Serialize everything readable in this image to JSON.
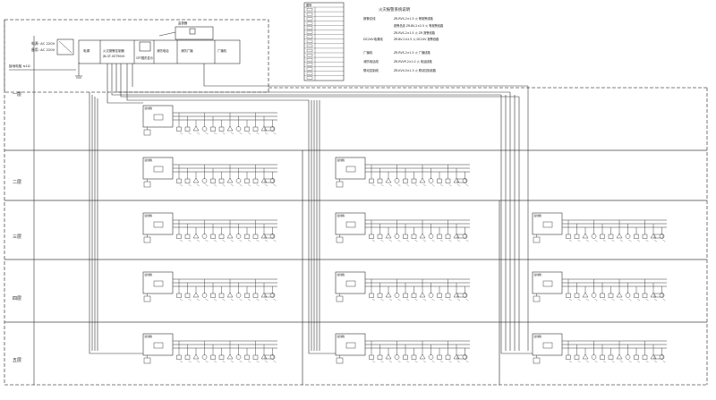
{
  "legend": {
    "header": "图例",
    "items": [
      "",
      "",
      "",
      "",
      "",
      "",
      "",
      "",
      "",
      "",
      "",
      "",
      "",
      "",
      "",
      ""
    ]
  },
  "notes": {
    "title": "火灾报警系统说明",
    "rows": [
      {
        "label": "报警总线",
        "lines": [
          "ZR-RVS-2×1.5 火 等报警线路",
          "报警总线 ZR-BV-2×2.5 火 等报警线路",
          "ZR-RVS-2×1.5 火 ZR 报警线路"
        ]
      },
      {
        "label": "DC24V电源线",
        "lines": [
          "ZR-BV-2×2.5 火 DC24V 报警线路"
        ]
      },
      {
        "label": "广播线",
        "lines": [
          "ZR-RVS-2×1.5 火 广播线路"
        ]
      },
      {
        "label": "消防电话线",
        "lines": [
          "ZR-RVVP-2×1.0 火 电话线路"
        ]
      },
      {
        "label": "联动控制线",
        "lines": [
          "ZR-KVV-5×1.5 火 联动控制线路"
        ]
      }
    ]
  },
  "power": {
    "line1": "电源: AC 220V",
    "line2": "备用: AC 220V"
  },
  "ground_note": "接地电阻 ≤1Ω",
  "control_room": {
    "boxes": [
      {
        "title": "电源",
        "sub": ""
      },
      {
        "title": "火灾报警控制器",
        "sub": "JB-QT-GST5000"
      },
      {
        "title": "CRT图形显示",
        "sub": ""
      },
      {
        "title": "消防电话",
        "sub": ""
      },
      {
        "title": "消防广播",
        "sub": ""
      },
      {
        "title": "广播机",
        "sub": ""
      }
    ],
    "monitor_label": "监视器"
  },
  "floors": [
    "五层",
    "四层",
    "三层",
    "二层",
    "一层"
  ],
  "module_label": "接线箱"
}
